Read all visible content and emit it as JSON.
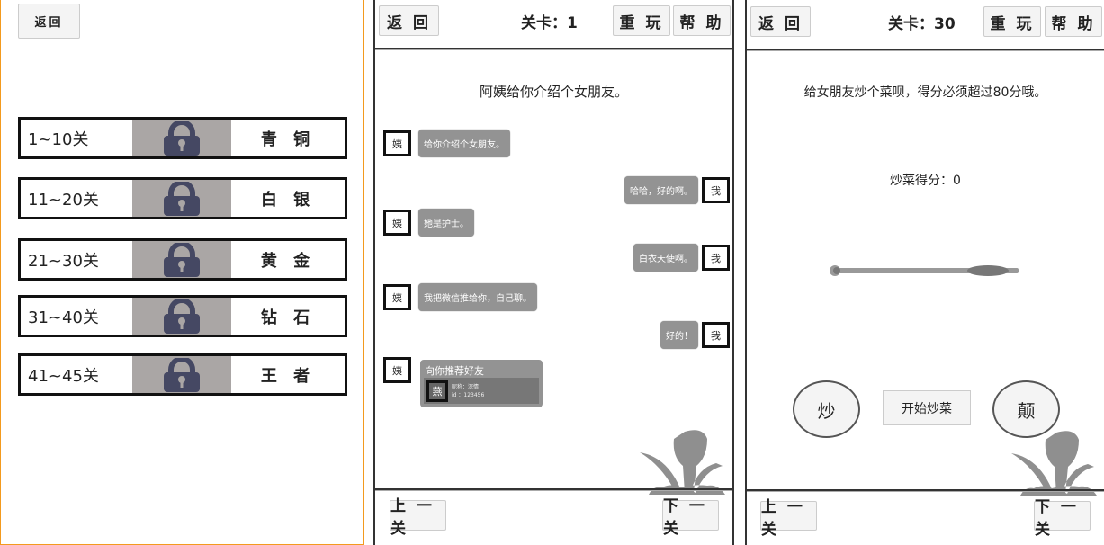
{
  "level_select": {
    "back": "返回",
    "rows": [
      {
        "range": "1~10关",
        "tier": "青 铜"
      },
      {
        "range": "11~20关",
        "tier": "白 银"
      },
      {
        "range": "21~30关",
        "tier": "黄 金"
      },
      {
        "range": "31~40关",
        "tier": "钻 石"
      },
      {
        "range": "41~45关",
        "tier": "王 者"
      }
    ]
  },
  "level1": {
    "back": "返 回",
    "level_label": "关卡：1",
    "replay": "重 玩",
    "help": "帮 助",
    "prompt": "阿姨给你介绍个女朋友。",
    "messages": [
      {
        "side": "left",
        "avatar": "姨",
        "text": "给你介绍个女朋友。"
      },
      {
        "side": "right",
        "avatar": "我",
        "text": "哈哈，好的啊。"
      },
      {
        "side": "left",
        "avatar": "姨",
        "text": "她是护士。"
      },
      {
        "side": "right",
        "avatar": "我",
        "text": "白衣天使啊。"
      },
      {
        "side": "left",
        "avatar": "姨",
        "text": "我把微信推给你，自己聊。"
      },
      {
        "side": "right",
        "avatar": "我",
        "text": "好的！"
      }
    ],
    "card": {
      "avatar": "姨",
      "title": "向你推荐好友",
      "friend_avatar": "燕",
      "nickname": "昵称：深情",
      "id": "id   ：123456"
    },
    "prev": "上 一 关",
    "next": "下 一 关"
  },
  "level30": {
    "back": "返 回",
    "level_label": "关卡：30",
    "replay": "重 玩",
    "help": "帮 助",
    "prompt": "给女朋友炒个菜呗，得分必须超过80分哦。",
    "score": "炒菜得分：0",
    "stir": "炒",
    "start": "开始炒菜",
    "toss": "颠",
    "prev": "上 一 关",
    "next": "下 一 关"
  }
}
